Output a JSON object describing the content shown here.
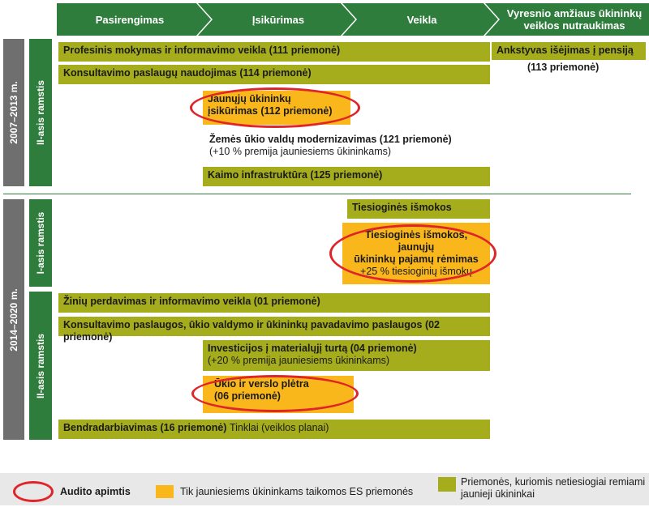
{
  "stages": [
    "Pasirengimas",
    "Įsikūrimas",
    "Veikla",
    "Vyresnio amžiaus ūkininkų veiklos nutraukimas"
  ],
  "periods": {
    "p2007": "2007–2013 m.",
    "p2014": "2014–2020 m."
  },
  "pillars": {
    "p2007_ii": "II-asis ramstis",
    "p2014_i": "I-asis ramstis",
    "p2014_ii": "II-asis ramstis"
  },
  "measures_2007": {
    "m111": "Profesinis mokymas ir informavimo veikla (111 priemonė)",
    "m114": "Konsultavimo paslaugų naudojimas (114 priemonė)",
    "m112_line1": "Jaunųjų ūkininkų",
    "m112_line2": "įsikūrimas (112 priemonė)",
    "m121_line1": "Žemės ūkio valdų modernizavimas (121 priemonė)",
    "m121_line2": "(+10 % premija jauniesiems ūkininkams)",
    "m125": "Kaimo infrastruktūra (125 priemonė)",
    "m113_line1": "Ankstyvas išėjimas į pensiją",
    "m113_line2": "(113 priemonė)"
  },
  "measures_2014": {
    "direct": "Tiesioginės išmokos",
    "young_line1": "Tiesioginės išmokos, jaunųjų",
    "young_line2": "ūkininkų pajamų rėmimas",
    "young_line3": "+25 % tiesioginių išmokų",
    "m01": "Žinių perdavimas ir informavimo veikla (01 priemonė)",
    "m02": "Konsultavimo paslaugos, ūkio valdymo ir ūkininkų pavadavimo paslaugos (02 priemonė)",
    "m04_line1": "Investicijos į materialųjį turtą (04 priemonė)",
    "m04_line2": "(+20 % premija jauniesiems ūkininkams)",
    "m06_line1": "Ūkio ir verslo plėtra",
    "m06_line2": "(06 priemonė)",
    "m16_a": "Bendradarbiavimas (16 priemonė)",
    "m16_b": "Tinklai (veiklos planai)"
  },
  "legend": {
    "audit": "Audito apimtis",
    "young_only": "Tik jauniesiems ūkininkams taikomos ES priemonės",
    "indirect_line1": "Priemonės, kuriomis netiesiogiai remiami",
    "indirect_line2": "jaunieji ūkininkai"
  },
  "colors": {
    "dark_green": "#2f7d3c",
    "olive_green": "#a5ad1c",
    "orange": "#f9b71b",
    "grey": "#6f6f6f",
    "red": "#e0252a"
  }
}
